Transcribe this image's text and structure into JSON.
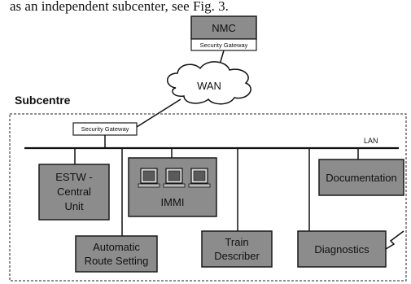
{
  "caption_fragment": "as an independent subcenter, see Fig. 3.",
  "nmc": {
    "label": "NMC",
    "gateway": "Security Gateway"
  },
  "wan": {
    "label": "WAN"
  },
  "subcentre": {
    "title": "Subcentre",
    "gateway": "Security Gateway",
    "lan": "LAN"
  },
  "units": {
    "estw": [
      "ESTW -",
      "Central",
      "Unit"
    ],
    "immi": "IMMI",
    "documentation": "Documentation",
    "ars": [
      "Automatic",
      "Route Setting"
    ],
    "train_describer": [
      "Train",
      "Describer"
    ],
    "diagnostics": "Diagnostics"
  },
  "colors": {
    "box_fill": "#8c8c8c",
    "box_stroke": "#1a1a1a",
    "line": "#111111"
  }
}
